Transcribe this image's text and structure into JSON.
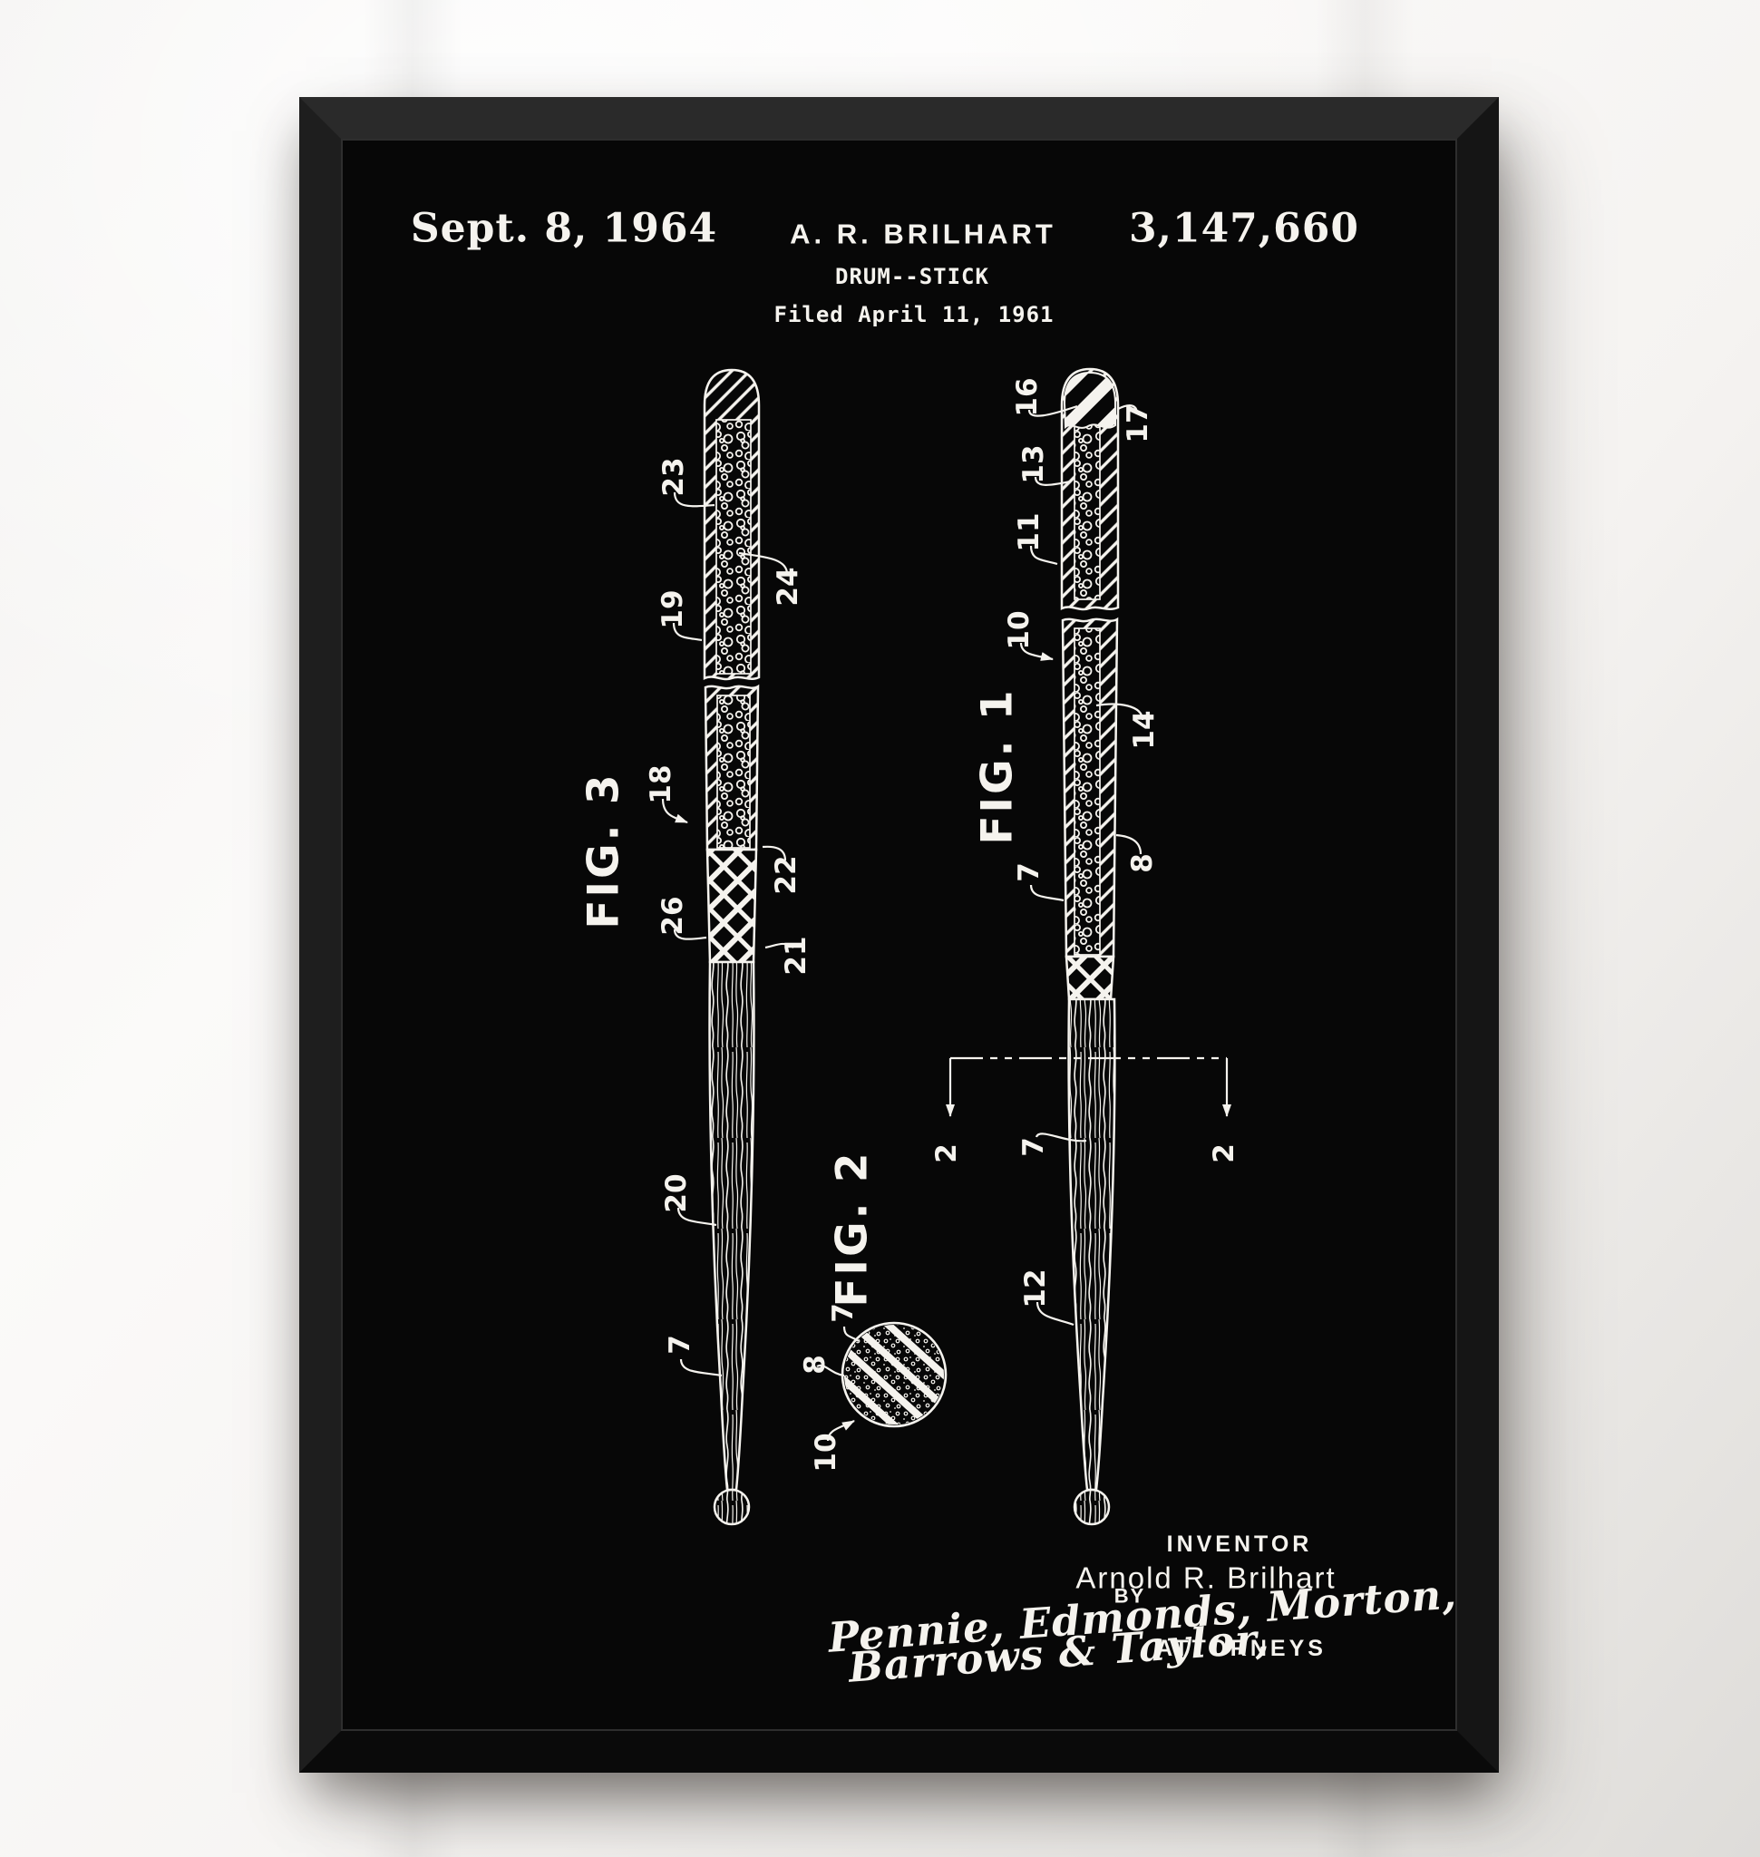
{
  "header": {
    "date": "Sept. 8, 1964",
    "inventor_short": "A. R. BRILHART",
    "patent_number": "3,147,660",
    "title": "DRUM--STICK",
    "filed": "Filed April 11, 1961"
  },
  "figures": {
    "fig1": {
      "label": "FIG. 1",
      "section_marker": "2",
      "callouts": {
        "c16": "16",
        "c17": "17",
        "c13": "13",
        "c11": "11",
        "c10": "10",
        "c14": "14",
        "c8": "8",
        "c7_upper": "7",
        "c7_lower": "7",
        "c12": "12"
      }
    },
    "fig2": {
      "label": "FIG. 2",
      "callouts": {
        "c7": "7",
        "c8": "8",
        "c10": "10"
      }
    },
    "fig3": {
      "label": "FIG. 3",
      "callouts": {
        "c23": "23",
        "c24": "24",
        "c19": "19",
        "c18": "18",
        "c26": "26",
        "c22": "22",
        "c21": "21",
        "c20": "20",
        "c7": "7"
      }
    }
  },
  "footer": {
    "inventor_heading": "INVENTOR",
    "inventor_name": "Arnold R. Brilhart",
    "by_label": "BY",
    "attorney_signature_line1": "Pennie, Edmonds, Morton,",
    "attorney_signature_line2": "Barrows & Taylor,",
    "attorneys_label": "ATTORNEYS"
  },
  "colors": {
    "wall": "#f3f1ef",
    "frame": "#1a1a1a",
    "poster_background": "#070707",
    "ink": "#f5f3ee"
  }
}
